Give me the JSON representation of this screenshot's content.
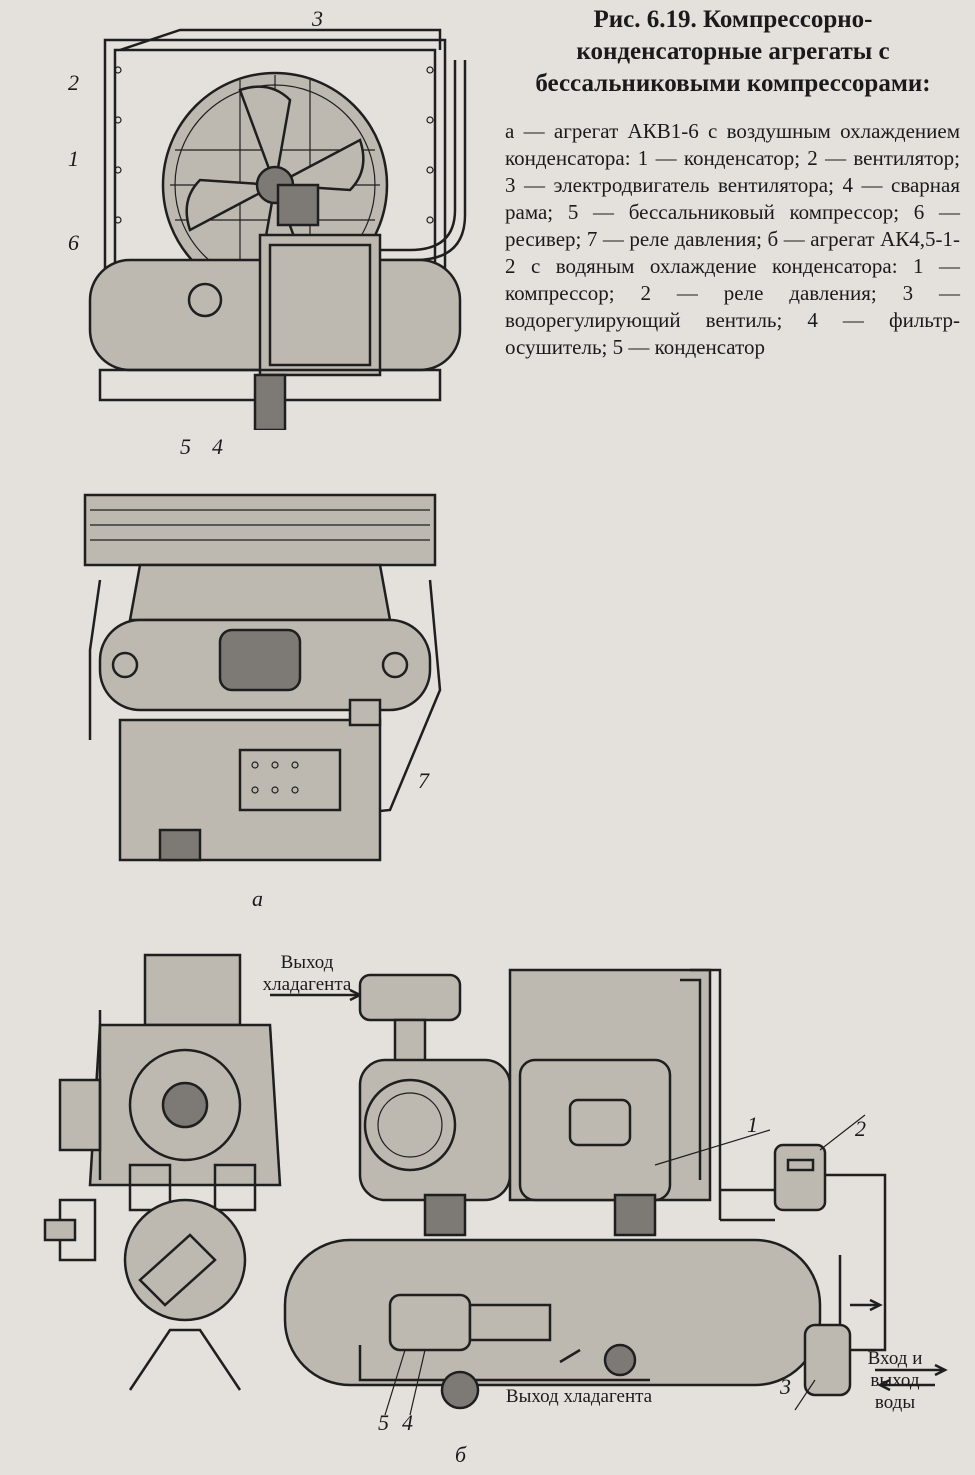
{
  "caption": {
    "title": "Рис. 6.19. Компрессорно-конденсаторные агрегаты с бессальниковыми компрессорами:",
    "body": "а — агрегат АКВ1-6 с воздушным охлаждением конденсатора: 1 — конденсатор; 2 — вентилятор; 3 — электродвигатель вентилятора; 4 — сварная рама; 5 — бессальниковый компрессор; 6 — ресивер; 7 — реле давления; б — агрегат АК4,5-1-2 с водяным охлаждение конденсатора: 1 — компрессор; 2 — реле давления; 3 — водорегулирующий вентиль; 4 — фильтр-осушитель; 5 — конденсатор"
  },
  "figure_a": {
    "label": "а",
    "callouts": [
      "1",
      "2",
      "3",
      "4",
      "5",
      "6",
      "7"
    ]
  },
  "figure_b": {
    "label": "б",
    "callouts": [
      "1",
      "2",
      "3",
      "4",
      "5"
    ],
    "annotations": {
      "refrigerant_out_top": "Выход хладагента",
      "refrigerant_out_bottom": "Выход хладагента",
      "water_in_out": "Вход и выход воды"
    }
  }
}
